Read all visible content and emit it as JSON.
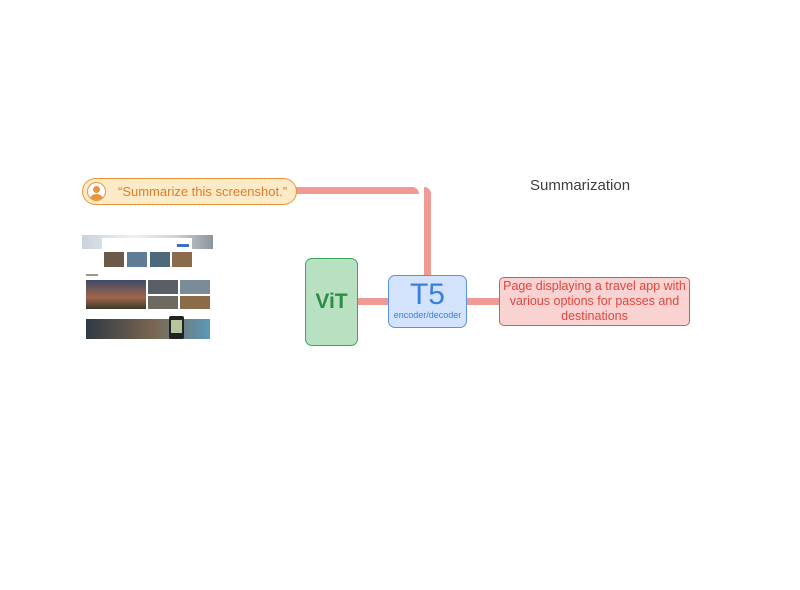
{
  "task_title": "Summarization",
  "prompt": {
    "icon": "user-icon",
    "text": "“Summarize this screenshot.”"
  },
  "vision_encoder": {
    "label": "ViT"
  },
  "language_model": {
    "label": "T5",
    "sublabel": "encoder/decoder"
  },
  "output": {
    "text": "Page displaying a travel app with various options for passes and destinations"
  },
  "colors": {
    "prompt": "#fdebc8",
    "vit": "#b7e1c1",
    "t5": "#d3e3fb",
    "output": "#f8d3d1",
    "connector": "#ef9a94"
  }
}
